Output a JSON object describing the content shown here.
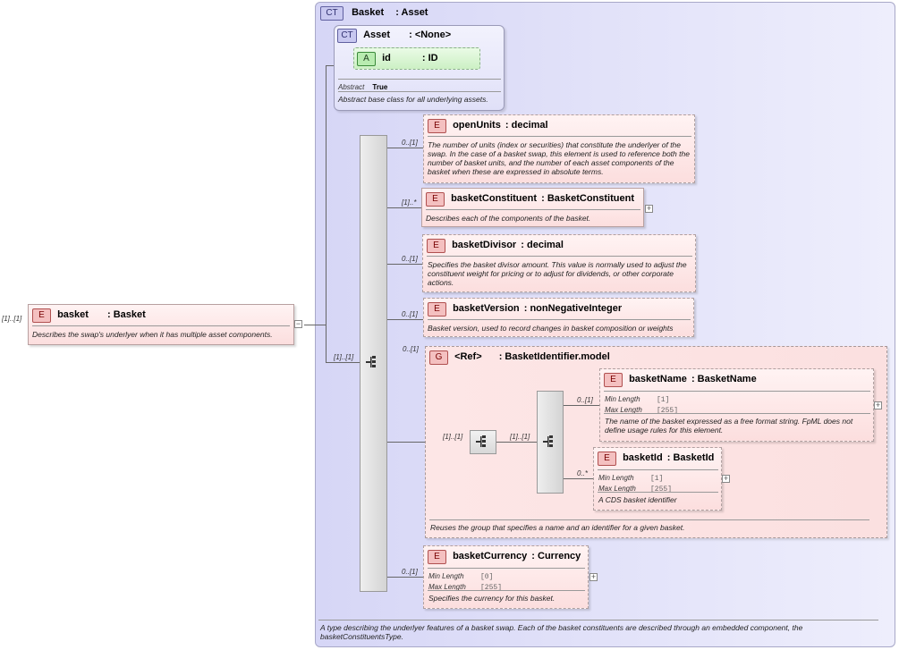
{
  "outer": {
    "type_badge": "CT",
    "name": "Basket",
    "base": ": Asset",
    "description": "A type describing the underlyer features of a basket swap. Each of the basket constituents are described through an embedded component, the basketConstituentsType."
  },
  "asset": {
    "badge": "CT",
    "name": "Asset",
    "base": ": <None>",
    "attr_badge": "A",
    "attr_name": "id",
    "attr_type": ": ID",
    "abstract_label": "Abstract",
    "abstract_value": "True",
    "description": "Abstract base class for all underlying assets."
  },
  "root": {
    "card": "[1]..[1]",
    "badge": "E",
    "name": "basket",
    "type": ": Basket",
    "description": "Describes the swap's underlyer when it has multiple asset components."
  },
  "sequence": {
    "card": "[1]..[1]"
  },
  "elements": {
    "openUnits": {
      "card": "0..[1]",
      "badge": "E",
      "name": "openUnits",
      "type": ": decimal",
      "description": "The number of units (index or securities) that constitute the underlyer of the swap. In the case of a basket swap, this element is used to reference both the number of basket units, and the number of each asset components of the basket when these are expressed in absolute terms."
    },
    "basketConstituent": {
      "card": "[1]..*",
      "badge": "E",
      "name": "basketConstituent",
      "type": ": BasketConstituent",
      "description": "Describes each of the components of the basket."
    },
    "basketDivisor": {
      "card": "0..[1]",
      "badge": "E",
      "name": "basketDivisor",
      "type": ": decimal",
      "description": "Specifies the basket divisor amount. This value is normally used to adjust the constituent weight for pricing or to adjust for dividends, or other corporate actions."
    },
    "basketVersion": {
      "card": "0..[1]",
      "badge": "E",
      "name": "basketVersion",
      "type": ": nonNegativeInteger",
      "description": "Basket version, used to record changes in basket composition or weights"
    },
    "group": {
      "card": "0..[1]",
      "badge": "G",
      "name": "<Ref>",
      "type": ": BasketIdentifier.model",
      "seq_card_1": "[1]..[1]",
      "seq_card_2": "[1]..[1]",
      "description": "Reuses the group that specifies a name and an identifier for a given basket."
    },
    "basketName": {
      "card": "0..[1]",
      "badge": "E",
      "name": "basketName",
      "type": ": BasketName",
      "min_label": "Min Length",
      "min_value": "[1]",
      "max_label": "Max Length",
      "max_value": "[255]",
      "description": "The name of the basket expressed as a free format string. FpML does not define usage rules for this element."
    },
    "basketId": {
      "card": "0..*",
      "badge": "E",
      "name": "basketId",
      "type": ": BasketId",
      "min_label": "Min Length",
      "min_value": "[1]",
      "max_label": "Max Length",
      "max_value": "[255]",
      "description": "A CDS basket identifier"
    },
    "basketCurrency": {
      "card": "0..[1]",
      "badge": "E",
      "name": "basketCurrency",
      "type": ": Currency",
      "min_label": "Min Length",
      "min_value": "[0]",
      "max_label": "Max Length",
      "max_value": "[255]",
      "description": "Specifies the currency for this basket."
    }
  },
  "colors": {
    "complex_type_bg": "#e4e4fb",
    "element_bg": "#fde6e6",
    "attribute_bg": "#d8f6d0"
  }
}
